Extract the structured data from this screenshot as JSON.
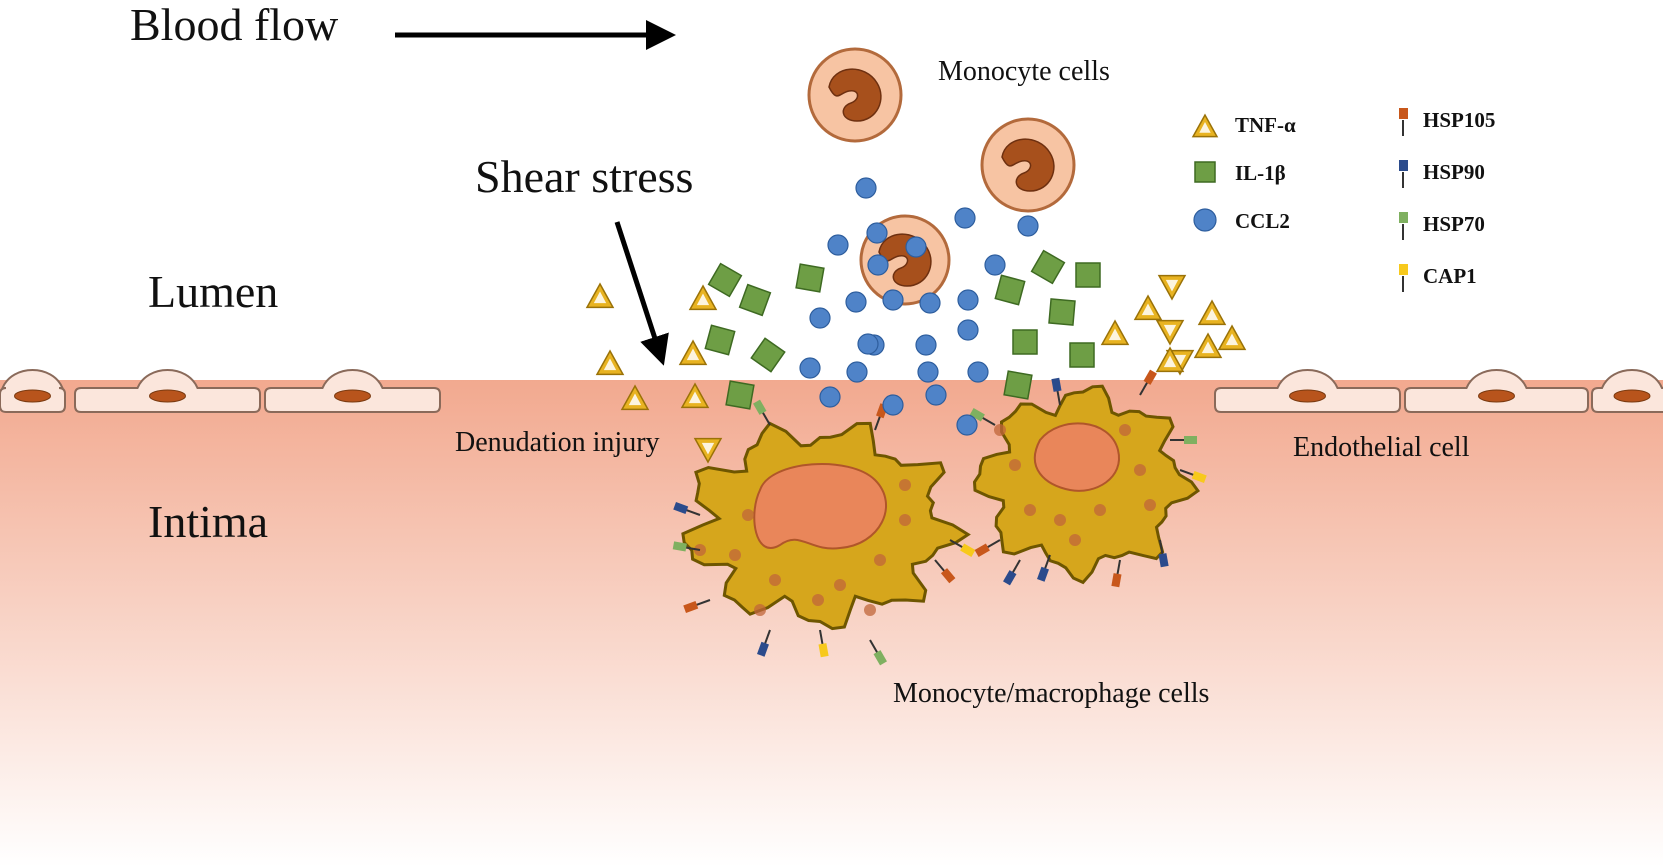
{
  "labels": {
    "blood_flow": "Blood flow",
    "shear_stress": "Shear stress",
    "lumen": "Lumen",
    "intima": "Intima",
    "monocyte_cells": "Monocyte cells",
    "denudation_injury": "Denudation injury",
    "endothelial_cell": "Endothelial cell",
    "macrophage_cells": "Monocyte/macrophage cells"
  },
  "legend": {
    "cytokines": [
      {
        "label": "TNF-α",
        "shape": "triangle",
        "color": "#E8B321"
      },
      {
        "label": "IL-1β",
        "shape": "square",
        "color": "#6E9E45"
      },
      {
        "label": "CCL2",
        "shape": "circle",
        "color": "#4F83C8"
      }
    ],
    "receptors": [
      {
        "label": "HSP105",
        "color": "#C8571B"
      },
      {
        "label": "HSP90",
        "color": "#2B4B8C"
      },
      {
        "label": "HSP70",
        "color": "#7FB060"
      },
      {
        "label": "CAP1",
        "color": "#F7C91C"
      }
    ]
  },
  "colors": {
    "intima_top": "#F2A98F",
    "intima_bottom": "#FFFFFF",
    "endothelium_fill": "#FBE6DC",
    "nucleus": "#B8541C",
    "macrophage_body": "#D6A61C",
    "macrophage_nucleus": "#E9865A",
    "monocyte_body": "#F7C4A3",
    "monocyte_nucleus": "#A7501C"
  }
}
